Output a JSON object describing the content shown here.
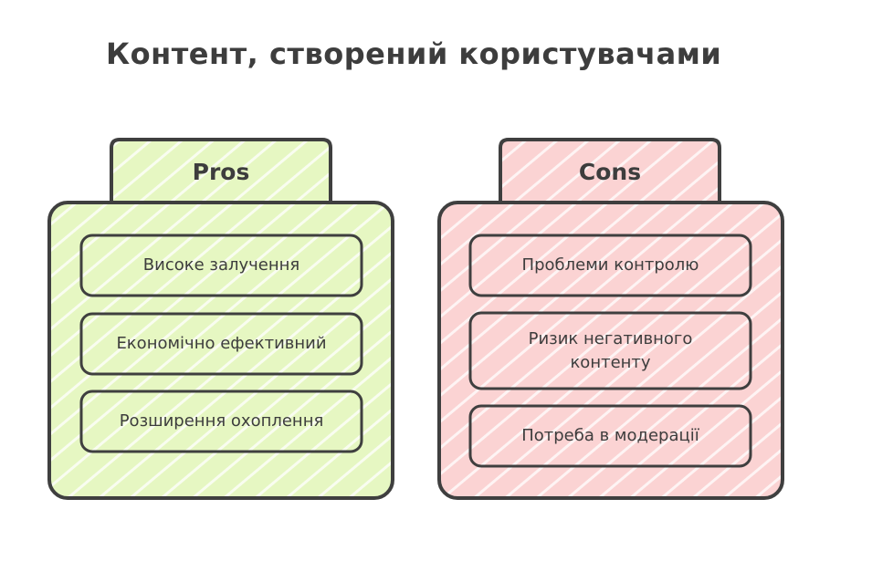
{
  "title": "Контент, створений користувачами",
  "colors": {
    "pros_fill": "#e6f7c2",
    "cons_fill": "#fbd3d3",
    "stroke": "#3f3f3f"
  },
  "pros": {
    "heading": "Pros",
    "items": [
      "Високе залучення",
      "Економічно ефективний",
      "Розширення охоплення"
    ]
  },
  "cons": {
    "heading": "Cons",
    "items": [
      "Проблеми контролю",
      "Ризик негативного контенту",
      "Потреба в модерації"
    ]
  }
}
